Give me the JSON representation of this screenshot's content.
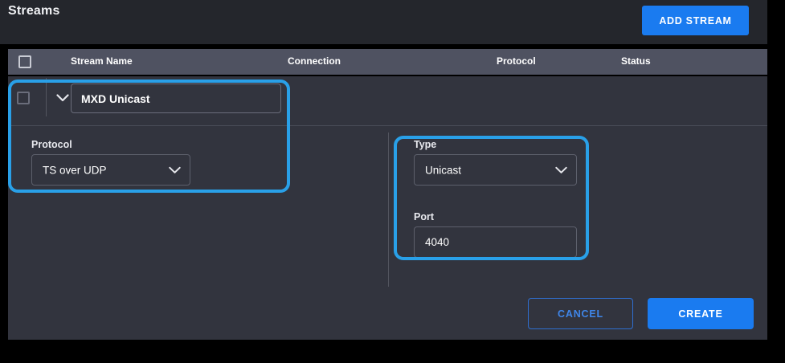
{
  "header": {
    "title": "Streams",
    "add_stream_label": "ADD STREAM",
    "accent_color": "#1a7bf0"
  },
  "table": {
    "columns": [
      {
        "key": "select",
        "label": ""
      },
      {
        "key": "stream_name",
        "label": "Stream Name"
      },
      {
        "key": "connection",
        "label": "Connection"
      },
      {
        "key": "protocol",
        "label": "Protocol"
      },
      {
        "key": "status",
        "label": "Status"
      }
    ],
    "header_bg": "#4f5261"
  },
  "stream_editor": {
    "name_value": "MXD Unicast",
    "name_placeholder": "Stream Name",
    "protocol": {
      "label": "Protocol",
      "value": "TS over UDP"
    },
    "type": {
      "label": "Type",
      "value": "Unicast"
    },
    "port": {
      "label": "Port",
      "value": "4040",
      "placeholder": "Port"
    },
    "cancel_label": "CANCEL",
    "create_label": "CREATE"
  },
  "annotations": {
    "highlight_color": "#29a0e8",
    "regions": [
      {
        "name": "protocol-group",
        "label": "Protocol section highlight"
      },
      {
        "name": "type-port-group",
        "label": "Type and Port section highlight"
      }
    ]
  },
  "icons": {
    "expand_chevron": "chevron-down-icon",
    "select_chevron": "chevron-down-icon",
    "checkbox": "checkbox-icon"
  }
}
